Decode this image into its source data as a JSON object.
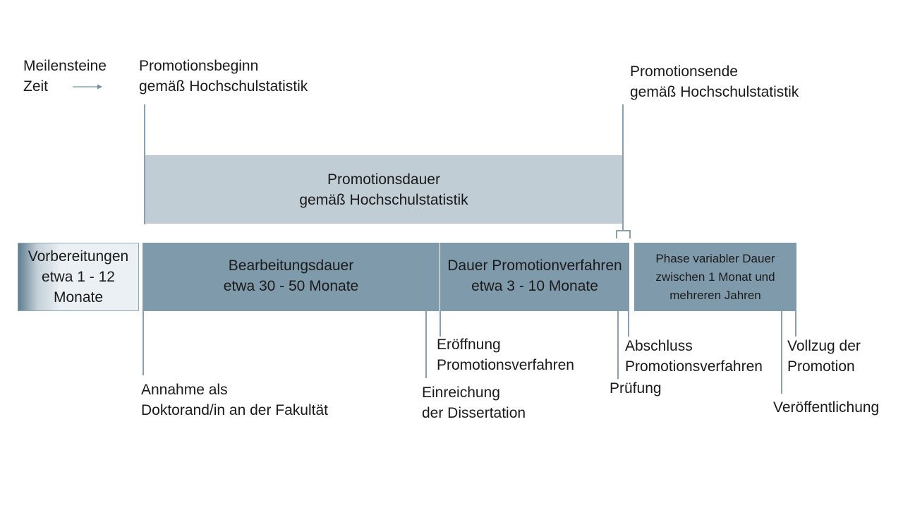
{
  "legend": {
    "milestones_label": "Meilensteine",
    "time_label": "Zeit"
  },
  "top_milestones": {
    "start": [
      "Promotionsbeginn",
      "gemäß Hochschulstatistik"
    ],
    "end": [
      "Promotionsende",
      "gemäß Hochschulstatistik"
    ]
  },
  "statistic_bar": {
    "lines": [
      "Promotionsdauer",
      "gemäß Hochschulstatistik"
    ],
    "color": "#c1cdd4"
  },
  "phases": {
    "preparation": [
      "Vorbereitungen",
      "etwa 1 - 12",
      "Monate"
    ],
    "processing": [
      "Bearbeitungsdauer",
      "etwa 30 - 50 Monate"
    ],
    "procedure": [
      "Dauer Promotionverfahren",
      "etwa 3 - 10 Monate"
    ],
    "variable": [
      "Phase variabler Dauer",
      "zwischen 1 Monat und",
      "mehreren Jahren"
    ],
    "bar_color": "#7f9aab"
  },
  "bottom_milestones": {
    "acceptance": [
      "Annahme als",
      "Doktorand/in an der Fakultät"
    ],
    "submission": [
      "Einreichung",
      "der Dissertation"
    ],
    "opening": [
      "Eröffnung",
      "Promotionsverfahren"
    ],
    "exam": [
      "Prüfung"
    ],
    "conclusion": [
      "Abschluss",
      "Promotionsverfahren"
    ],
    "publication": [
      "Veröffentlichung"
    ],
    "completion": [
      "Vollzug der",
      "Promotion"
    ]
  }
}
